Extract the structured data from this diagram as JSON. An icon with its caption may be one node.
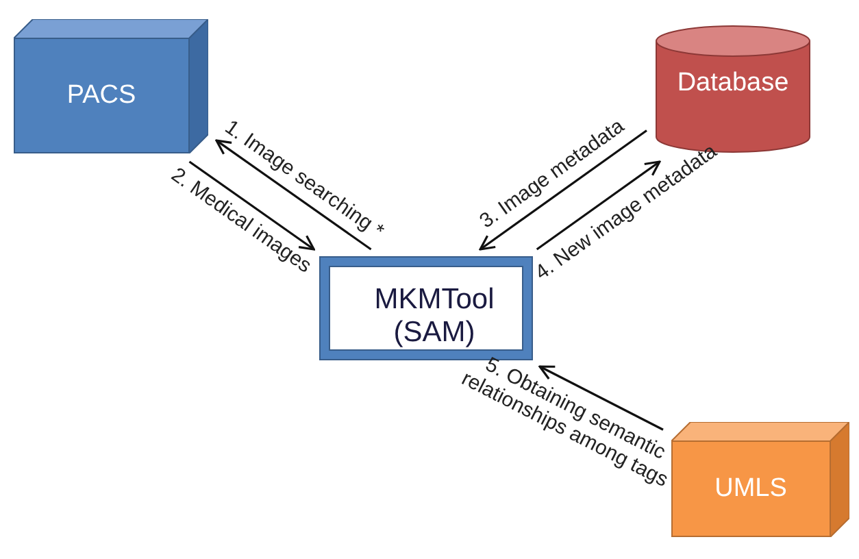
{
  "diagram": {
    "nodes": [
      {
        "text": [
          "PACS"
        ]
      },
      {
        "text": [
          "Database"
        ]
      },
      {
        "text": [
          "MKMTool (SAM)"
        ]
      },
      {
        "text": [
          "UMLS"
        ]
      }
    ],
    "edges": [
      {
        "from": 2,
        "to": 0,
        "arrow": "to",
        "label": "1. Image searching *"
      },
      {
        "from": 0,
        "to": 2,
        "arrow": "to",
        "label": "2. Medical images"
      },
      {
        "from": 1,
        "to": 2,
        "arrow": "to",
        "label": "3. Image metadata"
      },
      {
        "from": 2,
        "to": 1,
        "arrow": "to",
        "label": "4. New image metadata"
      },
      {
        "from": 3,
        "to": 2,
        "arrow": "to",
        "label": "5. Obtaining semantic relationships among tags"
      }
    ]
  }
}
